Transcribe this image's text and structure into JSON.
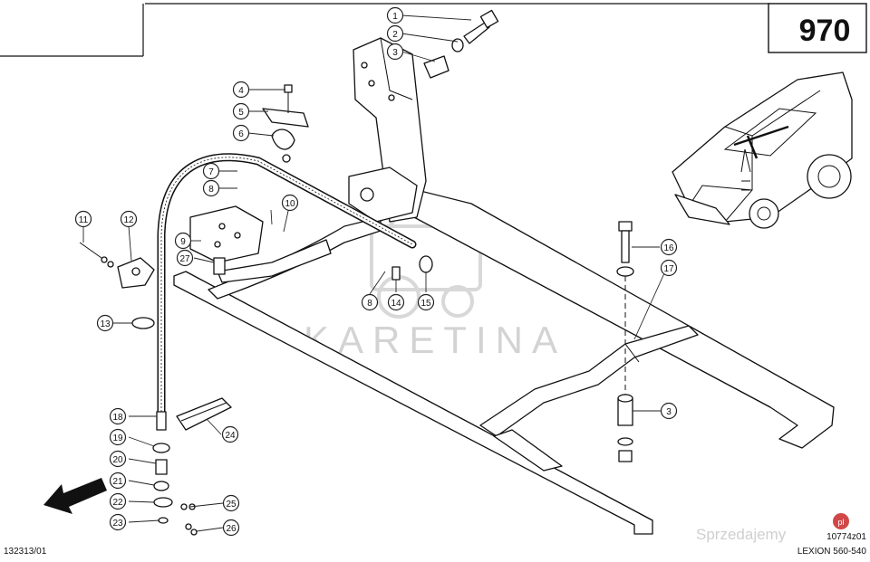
{
  "page_number": "970",
  "drawing_code_left": "132313/01",
  "drawing_code_right": "10774z01",
  "model": "LEXION 560-540",
  "watermark_text": "KARETINA",
  "site_watermark": "Sprzedajemy",
  "site_watermark_suffix": "pl",
  "callouts": [
    {
      "id": "c1",
      "label": "1"
    },
    {
      "id": "c2",
      "label": "2"
    },
    {
      "id": "c3",
      "label": "3"
    },
    {
      "id": "c4",
      "label": "4"
    },
    {
      "id": "c5",
      "label": "5"
    },
    {
      "id": "c6",
      "label": "6"
    },
    {
      "id": "c7",
      "label": "7"
    },
    {
      "id": "c8",
      "label": "8"
    },
    {
      "id": "c9",
      "label": "9"
    },
    {
      "id": "c10",
      "label": "10"
    },
    {
      "id": "c11",
      "label": "11"
    },
    {
      "id": "c12",
      "label": "12"
    },
    {
      "id": "c13",
      "label": "13"
    },
    {
      "id": "c14",
      "label": "14"
    },
    {
      "id": "c15",
      "label": "15"
    },
    {
      "id": "c16",
      "label": "16"
    },
    {
      "id": "c17",
      "label": "17"
    },
    {
      "id": "c18",
      "label": "18"
    },
    {
      "id": "c19",
      "label": "19"
    },
    {
      "id": "c20",
      "label": "20"
    },
    {
      "id": "c21",
      "label": "21"
    },
    {
      "id": "c22",
      "label": "22"
    },
    {
      "id": "c23",
      "label": "23"
    },
    {
      "id": "c24",
      "label": "24"
    },
    {
      "id": "c25",
      "label": "25"
    },
    {
      "id": "c26",
      "label": "26"
    },
    {
      "id": "c27",
      "label": "27"
    },
    {
      "id": "c8b",
      "label": "8"
    },
    {
      "id": "c3b",
      "label": "3"
    }
  ]
}
